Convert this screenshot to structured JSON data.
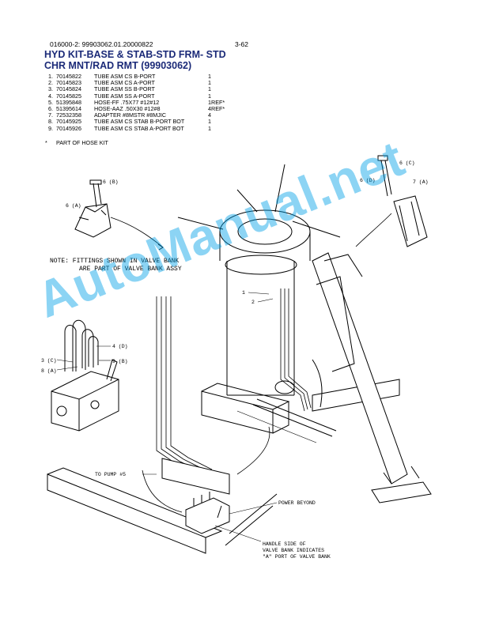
{
  "header": {
    "doc_id": "016000-2:  99903062.01.20000822",
    "page": "3-62"
  },
  "title": {
    "line1": "HYD KIT-BASE & STAB-STD FRM- STD",
    "line2": "CHR MNT/RAD RMT (99903062)"
  },
  "parts": [
    {
      "num": "1.",
      "pn": "70145822",
      "desc": "TUBE ASM CS B-PORT",
      "qty": "1"
    },
    {
      "num": "2.",
      "pn": "70145823",
      "desc": "TUBE ASM CS A-PORT",
      "qty": "1"
    },
    {
      "num": "3.",
      "pn": "70145824",
      "desc": "TUBE ASM SS B-PORT",
      "qty": "1"
    },
    {
      "num": "4.",
      "pn": "70145825",
      "desc": "TUBE ASM SS A-PORT",
      "qty": "1"
    },
    {
      "num": "5.",
      "pn": "51395848",
      "desc": "HOSE-FF .75X77 #12#12",
      "qty": "1REF*"
    },
    {
      "num": "6.",
      "pn": "51395614",
      "desc": "HOSE-AAZ .50X30 #12#8",
      "qty": "4REF*"
    },
    {
      "num": "7.",
      "pn": "72532358",
      "desc": "ADAPTER #8MSTR #8MJIC",
      "qty": "4"
    },
    {
      "num": "8.",
      "pn": "70145925",
      "desc": "TUBE ASM CS STAB B-PORT BOT",
      "qty": "1"
    },
    {
      "num": "9.",
      "pn": "70145926",
      "desc": "TUBE ASM CS STAB A-PORT BOT",
      "qty": "1"
    }
  ],
  "footnote": {
    "mark": "*",
    "text": "PART OF HOSE KIT"
  },
  "drawing": {
    "note_line1": "NOTE:  FITTINGS SHOWN IN VALVE BANK",
    "note_line2": "ARE PART OF VALVE BANK ASSY",
    "callouts": {
      "c6b": "6 (B)",
      "c6a": "6 (A)",
      "c6c": "6 (C)",
      "c6d": "6 (D)",
      "c7a": "7 (A)",
      "c1": "1",
      "c2": "2",
      "c4d": "4 (D)",
      "c3c": "3 (C)",
      "c8a": "8 (A)",
      "c9b": "9 (B)",
      "pump": "TO PUMP #5",
      "power": "POWER BEYOND",
      "handle1": "HANDLE SIDE OF",
      "handle2": "VALVE BANK INDICATES",
      "handle3": "\"A\" PORT OF VALVE BANK"
    }
  },
  "watermark": "AutoManual.net"
}
